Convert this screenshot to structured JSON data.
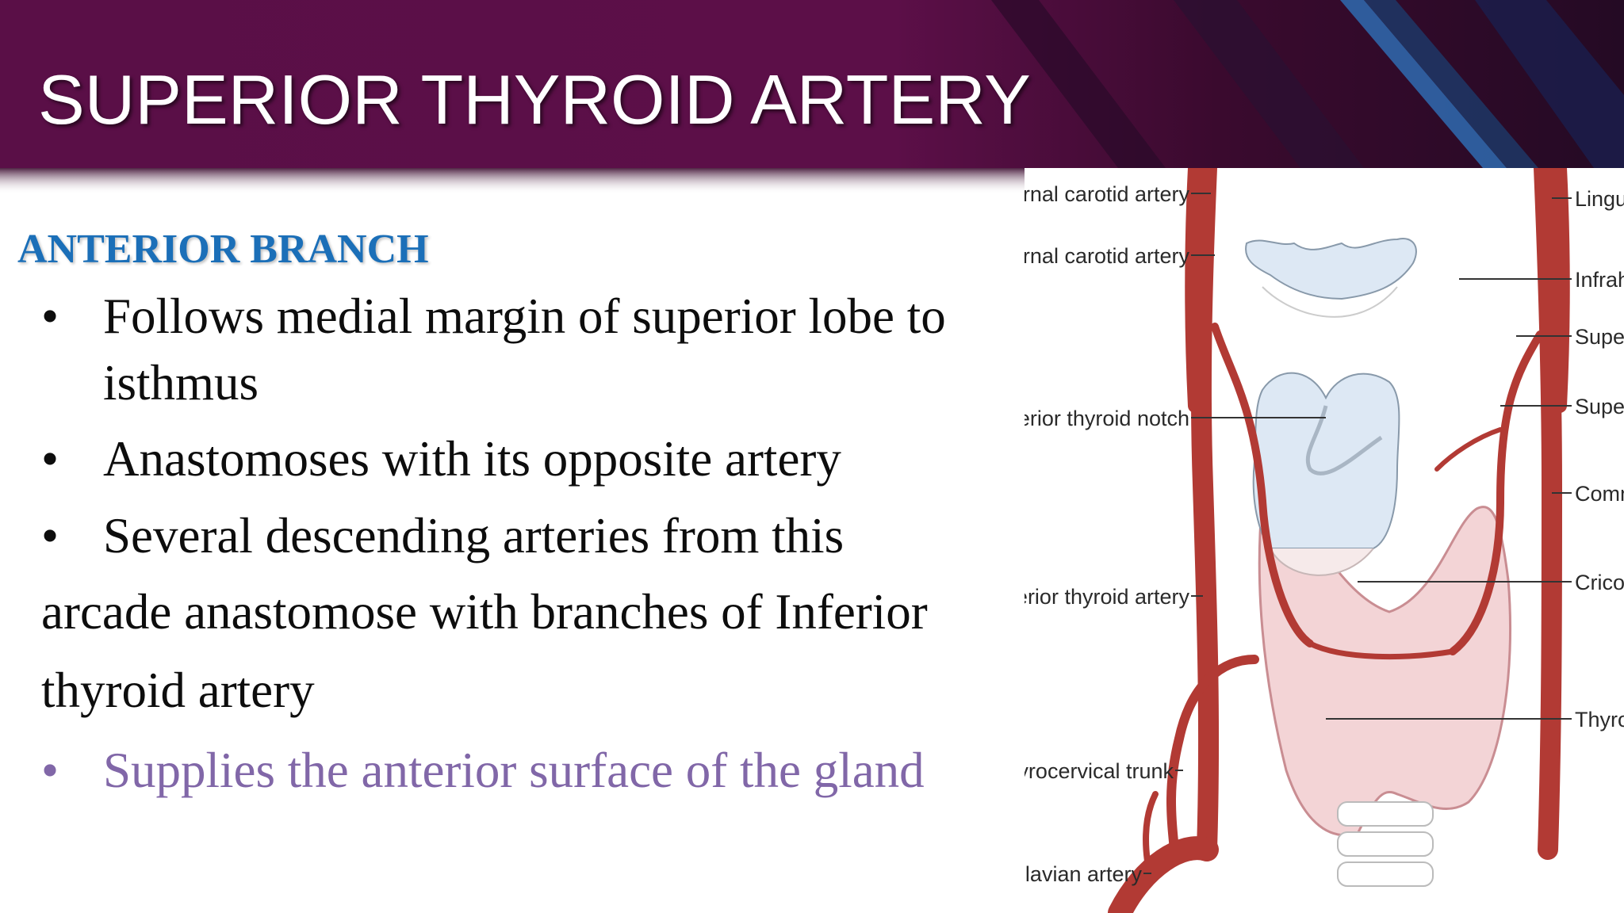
{
  "slide": {
    "title": "SUPERIOR THYROID ARTERY",
    "subheading": "ANTERIOR BRANCH",
    "bullets": [
      {
        "marker": "•",
        "line1": "Follows medial margin of superior lobe to",
        "line2": "isthmus"
      },
      {
        "marker": "•",
        "line1": "Anastomoses with its opposite artery"
      },
      {
        "marker": "•",
        "line1": "Several descending arteries from this"
      }
    ],
    "continuation": [
      "arcade anastomose with branches of Inferior",
      "thyroid artery"
    ],
    "highlight_bullet": {
      "marker": "•",
      "text": "Supplies the anterior surface of the gland"
    }
  },
  "figure": {
    "labels_left": [
      "Internal carotid artery",
      "External carotid artery",
      "Superior thyroid notch",
      "Inferior thyroid artery",
      "Thyrocervical trunk",
      "Subclavian artery"
    ],
    "labels_right": [
      "Lingual artery",
      "Infrahyoid branch",
      "Superior laryngeal artery",
      "Superior thyroid artery",
      "Common carotid artery",
      "Cricothyroid branch",
      "Thyroid gland"
    ]
  },
  "colors": {
    "banner": "#5a0f47",
    "banner_dark": "#3a0a2e",
    "accent_blue": "#1b6fb8",
    "highlight_text": "#8167a8",
    "artery": "#b23a34"
  }
}
